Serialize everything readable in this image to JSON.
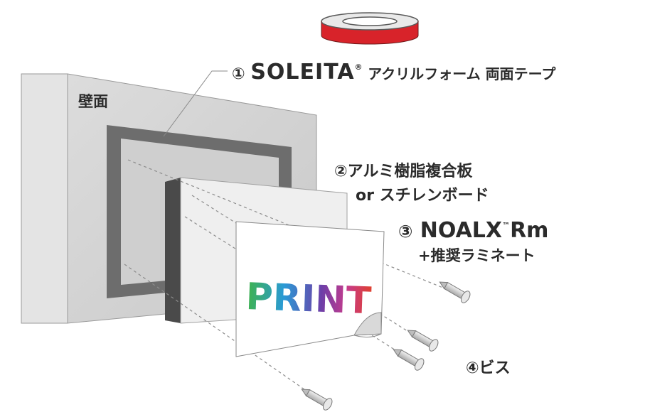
{
  "labels": {
    "wall": "壁面",
    "tape": {
      "num": "①",
      "brand": "SOLEITA",
      "mark": "®",
      "desc": "アクリルフォーム 両面テープ"
    },
    "board": {
      "line1": "②アルミ樹脂複合板",
      "line2": "or スチレンボード"
    },
    "media": {
      "num": "③",
      "brand": "NOALX",
      "tm": "™",
      "suffix": "Rm",
      "line2": "+推奨ラミネート"
    },
    "screw": "④ビス",
    "print": "PRINT"
  },
  "colors": {
    "tape_red": "#d8232a",
    "frame_gray": "#6d6d6d",
    "wall": "#d2d2d2",
    "board_edge": "#4a4a4a",
    "text": "#2b2b2b"
  }
}
